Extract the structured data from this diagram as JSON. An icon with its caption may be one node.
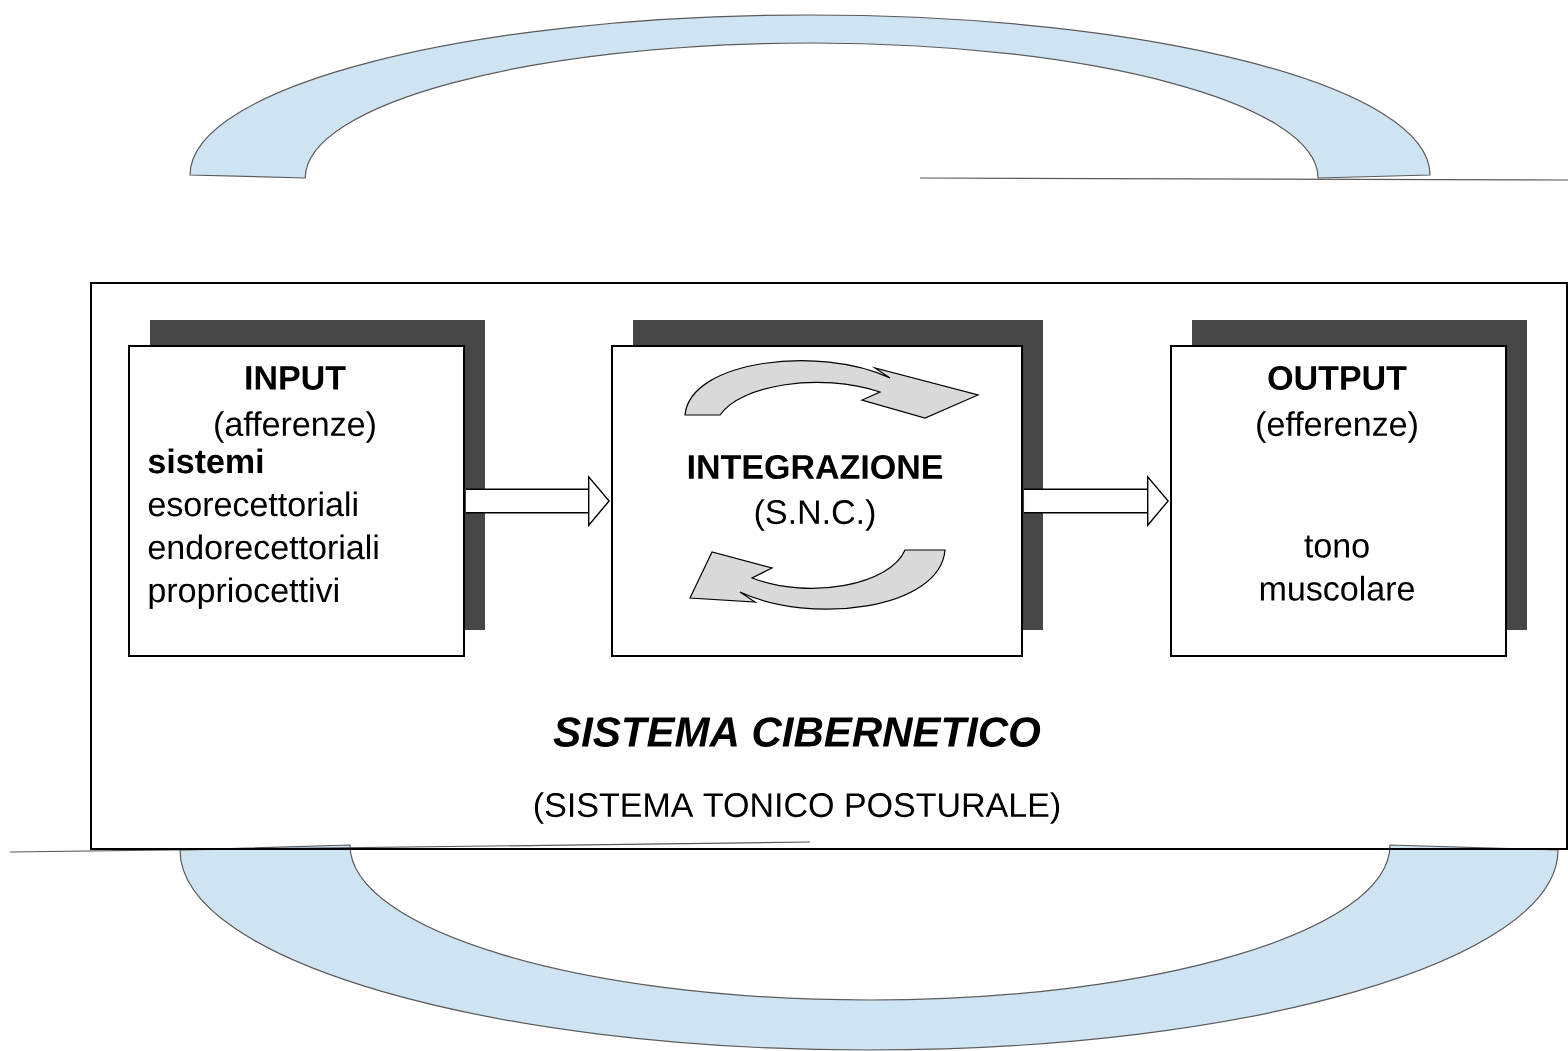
{
  "diagram": {
    "nodes": [
      {
        "text": [
          "SISTEMA CIBERNETICO",
          "(SISTEMA TONICO POSTURALE)"
        ]
      },
      {
        "text": [
          "INPUT",
          "(afferenze)",
          "**sistemi** esorecettoriali endorecettoriali propriocettivi"
        ],
        "in": 0
      },
      {
        "text": [
          "INTEGRAZIONE",
          "(S.N.C.)"
        ],
        "in": 0
      },
      {
        "text": [
          "OUTPUT",
          "(efferenze)",
          "tono muscolare"
        ],
        "in": 0
      }
    ],
    "edges": [
      {
        "from": 1,
        "to": 2,
        "arrow": "to"
      },
      {
        "from": 2,
        "to": 3,
        "arrow": "to"
      }
    ]
  }
}
